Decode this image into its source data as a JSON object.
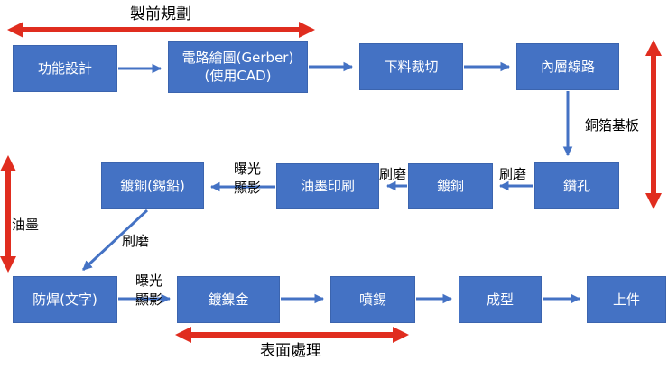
{
  "diagram_title": "PCB manufacturing process flowchart",
  "nodes": {
    "design": "功能設計",
    "cad_line1": "電路繪圖(Gerber)",
    "cad_line2": "(使用CAD)",
    "cutting": "下料裁切",
    "inner_layer": "內層線路",
    "drilling": "鑽孔",
    "copper_plating": "鍍銅",
    "ink_printing": "油墨印刷",
    "tin_lead_plating": "鍍銅(錫鉛)",
    "solder_mask": "防焊(文字)",
    "nickel_gold": "鍍鎳金",
    "tin_spray": "噴錫",
    "forming": "成型",
    "loading": "上件"
  },
  "stage_labels": {
    "pre_production": "製前規劃",
    "copper_substrate": "銅箔基板",
    "ink": "油墨",
    "surface_treatment": "表面處理"
  },
  "edge_labels": {
    "brush_1": "刷磨",
    "brush_2": "刷磨",
    "brush_3": "刷磨",
    "expose_1": "曝光",
    "develop_1": "顯影",
    "expose_2": "曝光",
    "develop_2": "顯影"
  },
  "colors": {
    "node_fill": "#4472C4",
    "node_border": "#3B64AE",
    "arrow_blue": "#4472C4",
    "arrow_red": "#E02D1F",
    "node_text": "#FFFFFF",
    "label_text": "#000000"
  }
}
